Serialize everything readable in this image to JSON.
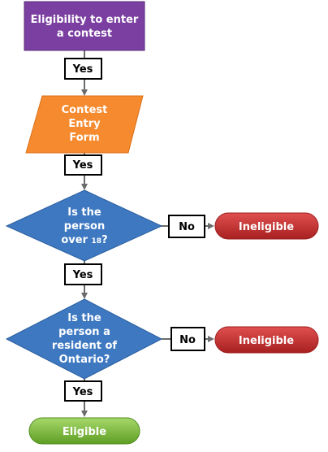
{
  "colors": {
    "start_fill": "#7a3fa0",
    "io_fill": "#f58a2e",
    "decision_fill": "#3d78c1",
    "ineligible_fill": "#c53030",
    "eligible_fill": "#7cbf3a",
    "arrow": "#6b6b6b",
    "label_border": "#000000"
  },
  "start": {
    "line1": "Eligibility to enter",
    "line2": "a contest"
  },
  "form": {
    "line1": "Contest",
    "line2": "Entry",
    "line3": "Form"
  },
  "decision1": {
    "line1": "Is the",
    "line2": "person",
    "line3_text": "over ",
    "line3_small": "18",
    "line3_end": "?"
  },
  "decision2": {
    "line1": "Is the",
    "line2": "person a",
    "line3": "resident of",
    "line4": "Ontario?"
  },
  "labels": {
    "yes": "Yes",
    "no": "No"
  },
  "outcomes": {
    "ineligible": "Ineligible",
    "eligible": "Eligible"
  }
}
